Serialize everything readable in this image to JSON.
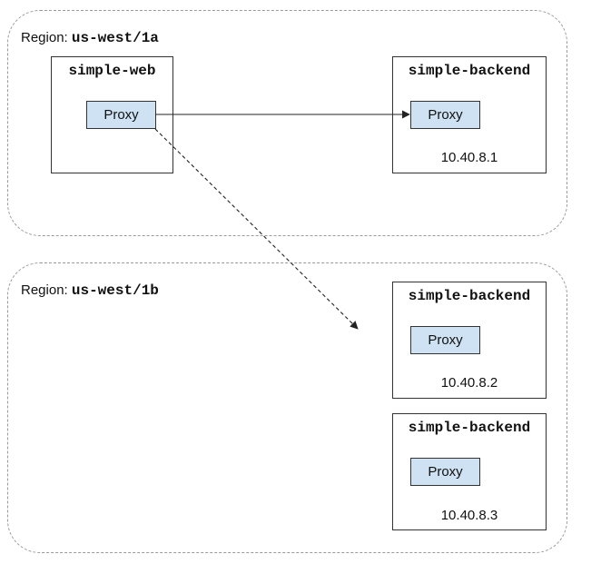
{
  "regions": [
    {
      "label_prefix": "Region: ",
      "label_code": "us-west/1a",
      "services": [
        {
          "name": "simple-web",
          "proxy": "Proxy"
        },
        {
          "name": "simple-backend",
          "proxy": "Proxy",
          "ip": "10.40.8.1"
        }
      ]
    },
    {
      "label_prefix": "Region: ",
      "label_code": "us-west/1b",
      "services": [
        {
          "name": "simple-backend",
          "proxy": "Proxy",
          "ip": "10.40.8.2"
        },
        {
          "name": "simple-backend",
          "proxy": "Proxy",
          "ip": "10.40.8.3"
        }
      ]
    }
  ],
  "connections": [
    {
      "from": "simple-web proxy",
      "to": "simple-backend proxy (10.40.8.1)",
      "style": "solid"
    },
    {
      "from": "simple-web proxy",
      "to": "region us-west/1b",
      "style": "dashed"
    }
  ],
  "colors": {
    "proxy_fill": "#cfe2f3",
    "region_border": "#9a9a9a",
    "box_border": "#333333"
  }
}
